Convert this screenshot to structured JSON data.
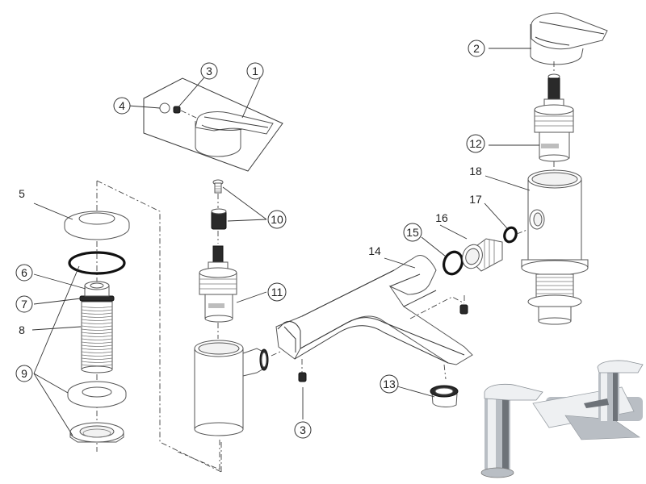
{
  "diagram": {
    "type": "exploded-parts-diagram",
    "subject": "two-handle bath filler tap",
    "callouts": [
      {
        "id": "1",
        "style": "circled",
        "part": "hot handle assembly"
      },
      {
        "id": "2",
        "style": "circled",
        "part": "cold handle"
      },
      {
        "id": "3",
        "style": "circled",
        "part": "grub screw"
      },
      {
        "id": "4",
        "style": "circled",
        "part": "indicator cap"
      },
      {
        "id": "5",
        "style": "plain",
        "part": "base plate"
      },
      {
        "id": "6",
        "style": "circled",
        "part": "tail top"
      },
      {
        "id": "7",
        "style": "circled",
        "part": "o-ring"
      },
      {
        "id": "8",
        "style": "plain",
        "part": "threaded tail"
      },
      {
        "id": "9",
        "style": "circled",
        "part": "washer and back nut"
      },
      {
        "id": "10",
        "style": "circled",
        "part": "screw and spline adaptor"
      },
      {
        "id": "11",
        "style": "circled",
        "part": "hot cartridge"
      },
      {
        "id": "12",
        "style": "circled",
        "part": "cold cartridge"
      },
      {
        "id": "13",
        "style": "circled",
        "part": "aerator"
      },
      {
        "id": "14",
        "style": "plain",
        "part": "spout body"
      },
      {
        "id": "15",
        "style": "circled",
        "part": "o-ring"
      },
      {
        "id": "16",
        "style": "plain",
        "part": "connector"
      },
      {
        "id": "17",
        "style": "plain",
        "part": "o-ring"
      },
      {
        "id": "18",
        "style": "plain",
        "part": "cold valve body"
      }
    ],
    "inset_photo": {
      "description": "assembled chrome bath filler tap"
    },
    "colors": {
      "line": "#3a3a3a",
      "background": "#ffffff",
      "seal": "#111111",
      "chrome": "#b9bec4"
    }
  }
}
